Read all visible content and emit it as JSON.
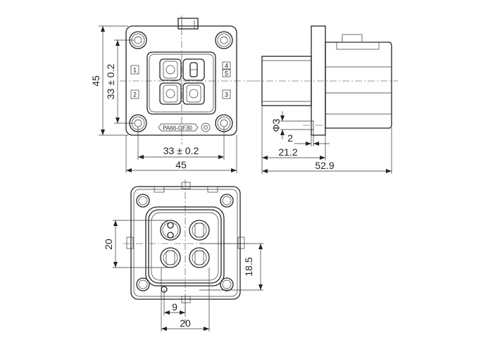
{
  "dimensions": {
    "front_height_total": "45",
    "front_height_holes": "33 ± 0.2",
    "front_width_holes": "33 ± 0.2",
    "front_width_total": "45",
    "side_pin_diameter": "Φ3",
    "side_pin_offset": "2",
    "side_flange_depth": "21.2",
    "side_total_length": "52.9",
    "rear_height_20": "20",
    "rear_height_18_5": "18.5",
    "rear_width_9": "9",
    "rear_width_20": "20"
  },
  "labels": {
    "pin_1": "1",
    "pin_2": "2",
    "pin_3": "3",
    "pin_4": "4",
    "pin_5": "5",
    "material": "PA66-GF30"
  }
}
